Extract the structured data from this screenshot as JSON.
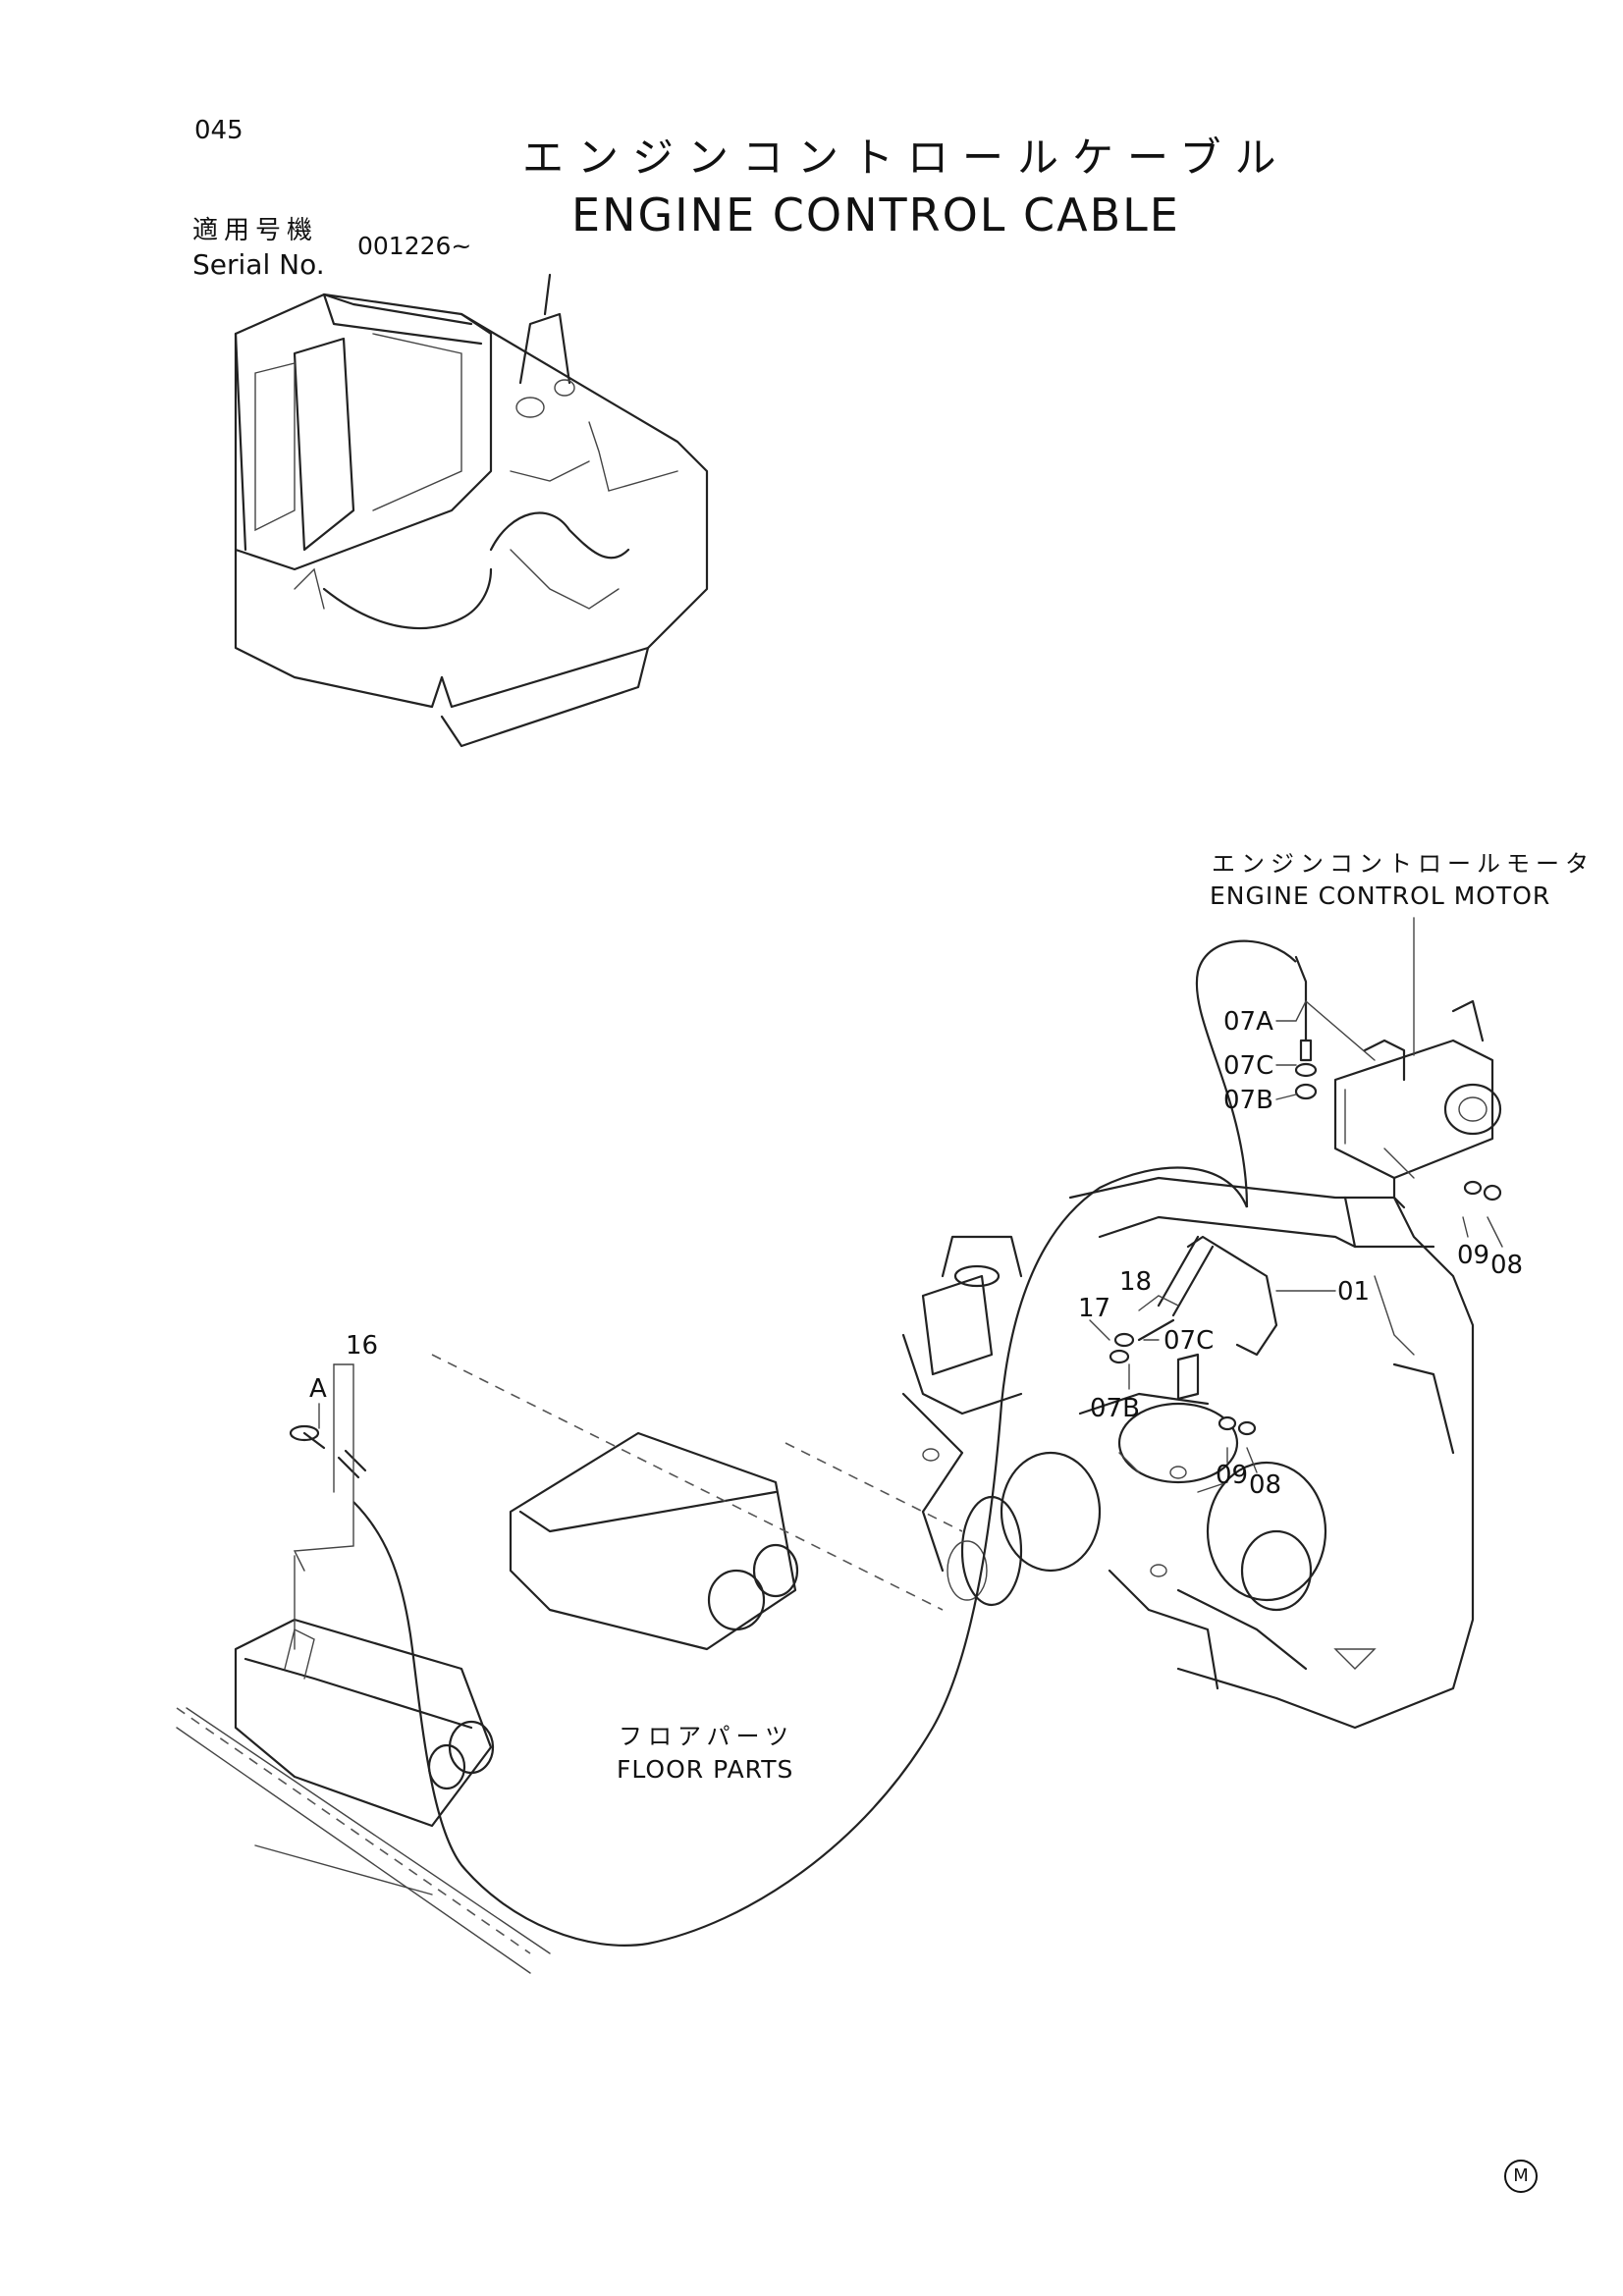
{
  "header": {
    "page_number": "045",
    "title_ja": "エンジンコントロールケーブル",
    "title_en": "ENGINE CONTROL CABLE",
    "serial_label_ja": "適用号機",
    "serial_label_en": "Serial No.",
    "serial_value": "001226~"
  },
  "labels": {
    "engine_control_motor_ja": "エンジンコントロールモータ",
    "engine_control_motor_en": "ENGINE CONTROL MOTOR",
    "floor_parts_ja": "フロアパーツ",
    "floor_parts_en": "FLOOR PARTS"
  },
  "callouts": {
    "c07a": "07A",
    "c07c_top": "07C",
    "c07b_top": "07B",
    "c09_top": "09",
    "c08_top": "08",
    "c01": "01",
    "c18": "18",
    "c17": "17",
    "c07c_mid": "07C",
    "c07b_mid": "07B",
    "c09_mid": "09",
    "c08_mid": "08",
    "c16": "16",
    "cA": "A"
  },
  "footer": {
    "mark": "M"
  }
}
